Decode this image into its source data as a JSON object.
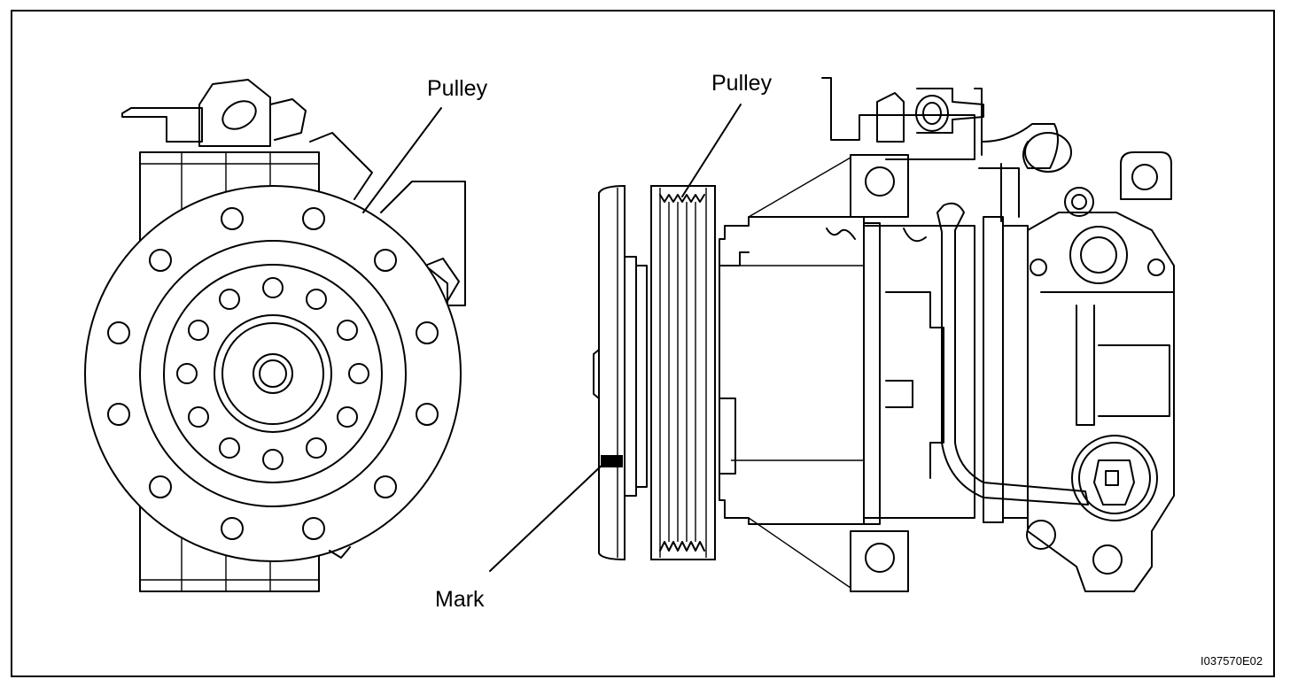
{
  "diagram": {
    "labels": {
      "pulley_front": "Pulley",
      "pulley_side": "Pulley",
      "mark": "Mark"
    },
    "figure_code": "I037570E02"
  }
}
